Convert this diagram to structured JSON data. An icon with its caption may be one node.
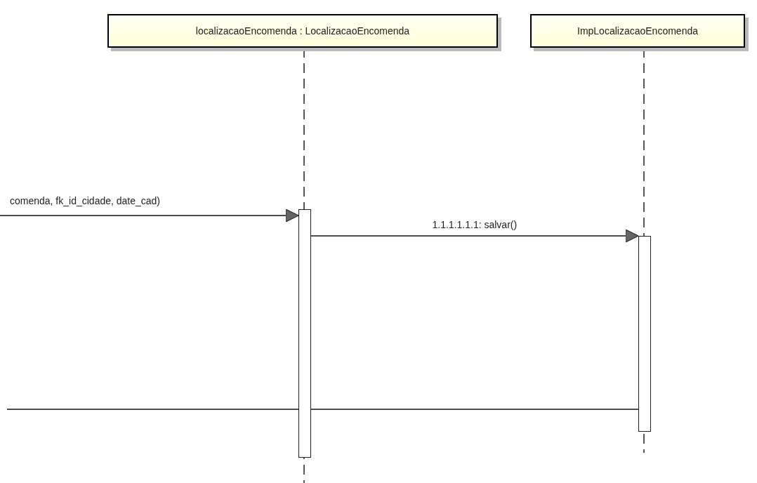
{
  "diagram": {
    "nodes": [
      {
        "text": [
          "localizacaoEncomenda : LocalizacaoEncomenda"
        ]
      },
      {
        "text": [
          "ImpLocalizacaoEncomenda"
        ]
      },
      {
        "text": [],
        "shape": "bar"
      },
      {
        "text": [],
        "shape": "bar"
      }
    ],
    "edges": [
      {
        "from": null,
        "to": 2,
        "arrow": "to",
        "label": "comenda, fk_id_cidade, date_cad)"
      },
      {
        "from": 2,
        "to": 3,
        "arrow": "to",
        "label": "1.1.1.1.1.1: salvar()"
      },
      {
        "from": 3,
        "to": null,
        "arrow": "none"
      }
    ]
  }
}
